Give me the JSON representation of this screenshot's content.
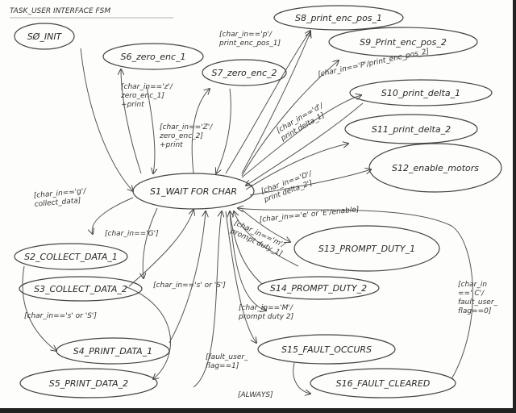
{
  "title": "TASK_USER INTERFACE FSM",
  "states": [
    {
      "id": "s0",
      "label": "SØ_INIT"
    },
    {
      "id": "s1",
      "label": "S1_WAIT FOR CHAR"
    },
    {
      "id": "s2",
      "label": "S2_COLLECT_DATA_1"
    },
    {
      "id": "s3",
      "label": "S3_COLLECT_DATA_2"
    },
    {
      "id": "s4",
      "label": "S4_PRINT_DATA_1"
    },
    {
      "id": "s5",
      "label": "S5_PRINT_DATA_2"
    },
    {
      "id": "s6",
      "label": "S6_zero_enc_1"
    },
    {
      "id": "s7",
      "label": "S7_zero_enc_2"
    },
    {
      "id": "s8",
      "label": "S8_print_enc_pos_1"
    },
    {
      "id": "s9",
      "label": "S9_Print_enc_pos_2"
    },
    {
      "id": "s10",
      "label": "S10_print_delta_1"
    },
    {
      "id": "s11",
      "label": "S11_print_delta_2"
    },
    {
      "id": "s12",
      "label": "S12_enable_motors"
    },
    {
      "id": "s13",
      "label": "S13_PROMPT_DUTY_1"
    },
    {
      "id": "s14",
      "label": "S14_PROMPT_DUTY_2"
    },
    {
      "id": "s15",
      "label": "S15_FAULT_OCCURS"
    },
    {
      "id": "s16",
      "label": "S16_FAULT_CLEARED"
    }
  ],
  "transitions": [
    {
      "label": [
        "[char_in=='p'/",
        "print_enc_pos_1]"
      ]
    },
    {
      "label": [
        "[char_in=='P'/print_enc_pos_2]"
      ]
    },
    {
      "label": [
        "[char_in=='z'/",
        "zero_enc_1]",
        "+print"
      ]
    },
    {
      "label": [
        "[char_in=='Z'/",
        "zero_enc_2]",
        "+print"
      ]
    },
    {
      "label": [
        "[char_in=='d'/",
        "print delta_1]"
      ]
    },
    {
      "label": [
        "[char_in=='D'/",
        "print delta_2']"
      ]
    },
    {
      "label": [
        "[char_in=='e' or 'E'/enable]"
      ]
    },
    {
      "label": [
        "[char_in=='g'/",
        "collect_data]"
      ]
    },
    {
      "label": [
        "[char_in=='G']"
      ]
    },
    {
      "label": [
        "[char_in=='s' or 'S']"
      ]
    },
    {
      "label": [
        "[char_in=='s' or 'S']"
      ]
    },
    {
      "label": [
        "[char_in=='m'/",
        "prompt duty_1]"
      ]
    },
    {
      "label": [
        "[char_in=='M'/",
        "prompt duty 2]"
      ]
    },
    {
      "label": [
        "[fault_user_",
        "flag==1]"
      ]
    },
    {
      "label": [
        "[ALWAYS]"
      ]
    },
    {
      "label": [
        "[char_in",
        "==' C'/",
        "fault_user_",
        "flag==0]"
      ]
    }
  ]
}
